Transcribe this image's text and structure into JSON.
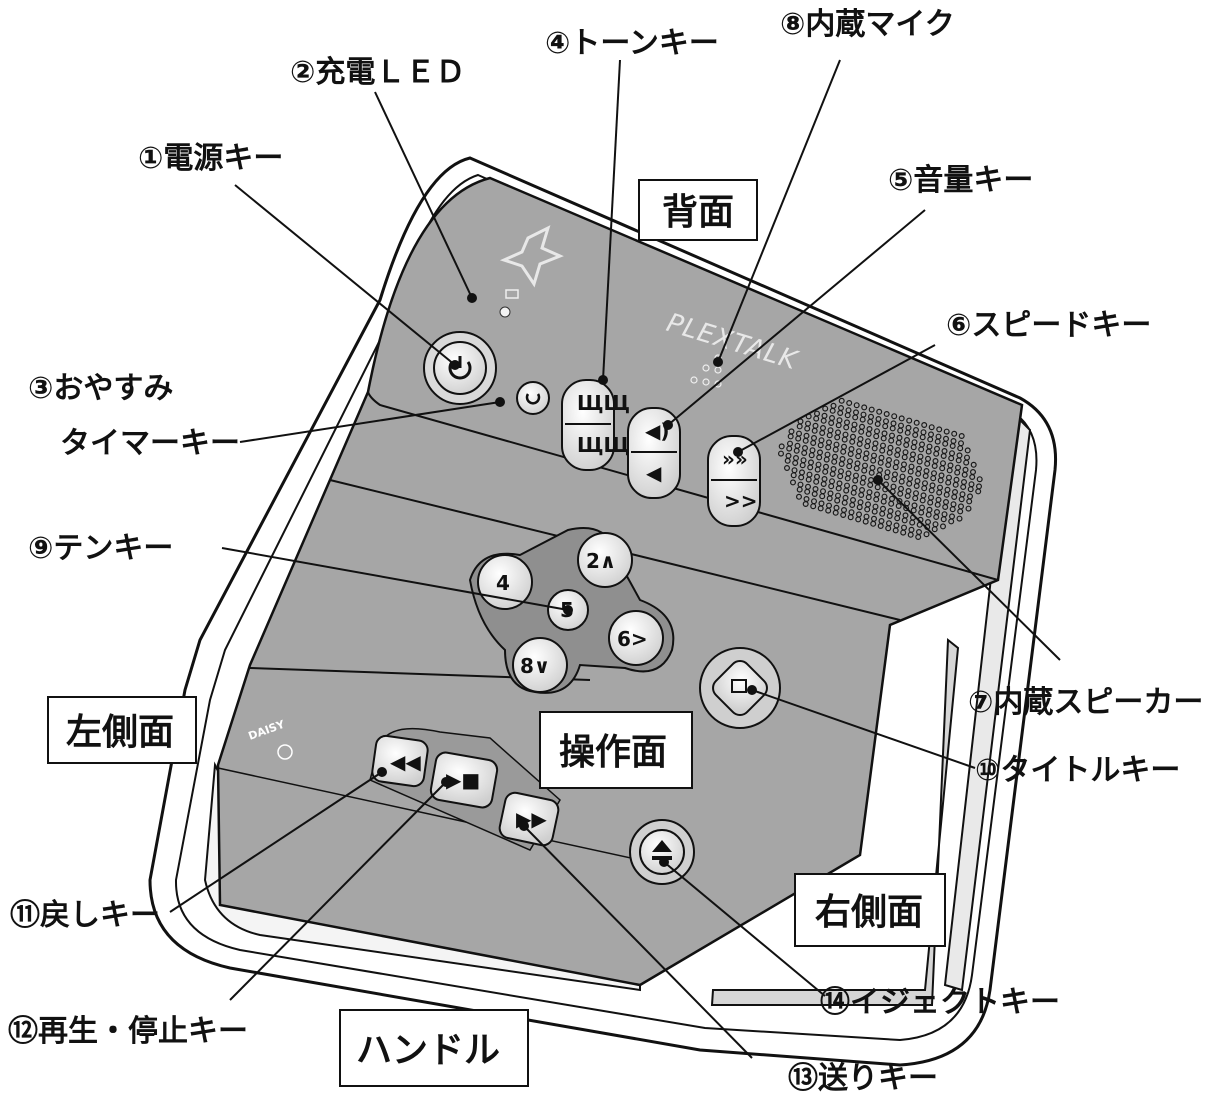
{
  "device": {
    "brand": "PLEXTALK",
    "logo": "DAISY"
  },
  "keypad": {
    "k2": "2∧",
    "k4": "4",
    "k5": "5",
    "k6": "6>",
    "k8": "8∨"
  },
  "callouts": {
    "power": "①電源キー",
    "charge_led": "②充電ＬＥＤ",
    "sleep_timer_line1": "③おやすみ",
    "sleep_timer_line2": "タイマーキー",
    "tone": "④トーンキー",
    "volume": "⑤音量キー",
    "speed": "⑥スピードキー",
    "speaker": "⑦内蔵スピーカー",
    "mic": "⑧内蔵マイク",
    "tenkey": "⑨テンキー",
    "title": "⑩タイトルキー",
    "rewind": "⑪戻しキー",
    "play_stop": "⑫再生・停止キー",
    "forward": "⑬送りキー",
    "eject": "⑭イジェクトキー"
  },
  "sides": {
    "back": "背面",
    "left": "左側面",
    "top": "操作面",
    "right": "右側面",
    "handle": "ハンドル"
  }
}
